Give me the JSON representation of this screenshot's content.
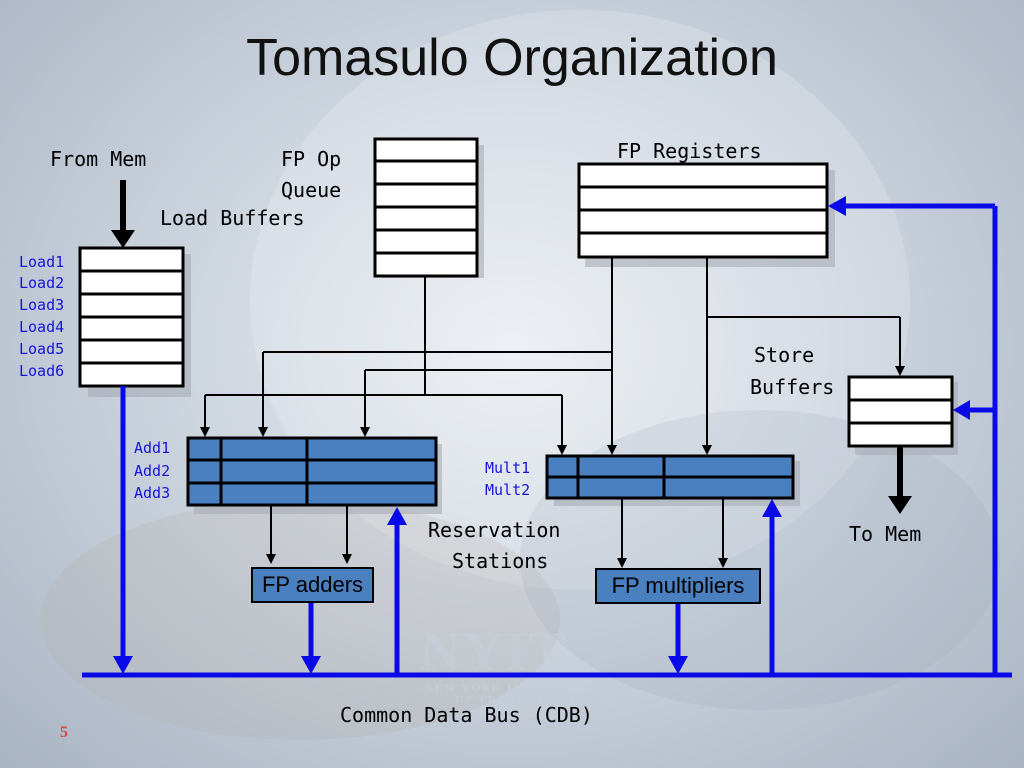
{
  "slide": {
    "title": "Tomasulo Organization",
    "page_number": "5"
  },
  "labels": {
    "from_mem": "From Mem",
    "fp_op": "FP Op",
    "queue": "Queue",
    "load_buffers": "Load Buffers",
    "fp_registers": "FP Registers",
    "store": "Store",
    "buffers": "Buffers",
    "to_mem": "To Mem",
    "reservation": "Reservation",
    "stations": "Stations",
    "cdb": "Common Data Bus (CDB)"
  },
  "load_buffers": [
    "Load1",
    "Load2",
    "Load3",
    "Load4",
    "Load5",
    "Load6"
  ],
  "add_stations": [
    "Add1",
    "Add2",
    "Add3"
  ],
  "mult_stations": [
    "Mult1",
    "Mult2"
  ],
  "units": {
    "adders": "FP adders",
    "multipliers": "FP multipliers"
  },
  "watermark": {
    "logo": "NYIT",
    "line1": "NEW YORK INSTITUTE",
    "line2": "OF TECHNOLOGY",
    "url": "www.nyit.edu"
  },
  "colors": {
    "bus_blue": "#0a0ae8",
    "station_fill": "#4a7fc0",
    "label_blue": "#1515d8"
  }
}
